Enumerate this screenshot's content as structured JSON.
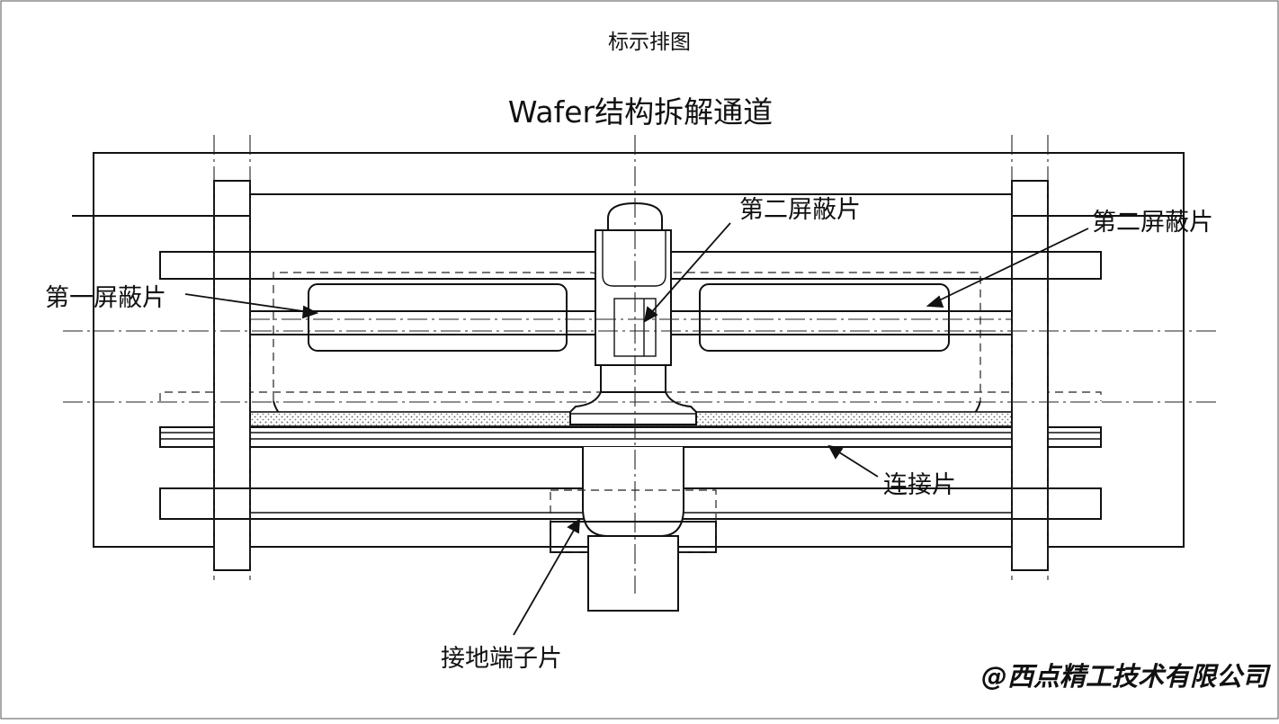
{
  "header": {
    "text": "标示排图"
  },
  "title": {
    "text": "Wafer结构拆解通道"
  },
  "labels": {
    "second_shield_center": "第二屏蔽片",
    "second_shield_right": "第二屏蔽片",
    "first_shield": "第一屏蔽片",
    "connector": "连接片",
    "ground_terminal": "接地端子片"
  },
  "watermark": {
    "text": "@西点精工技术有限公司"
  }
}
